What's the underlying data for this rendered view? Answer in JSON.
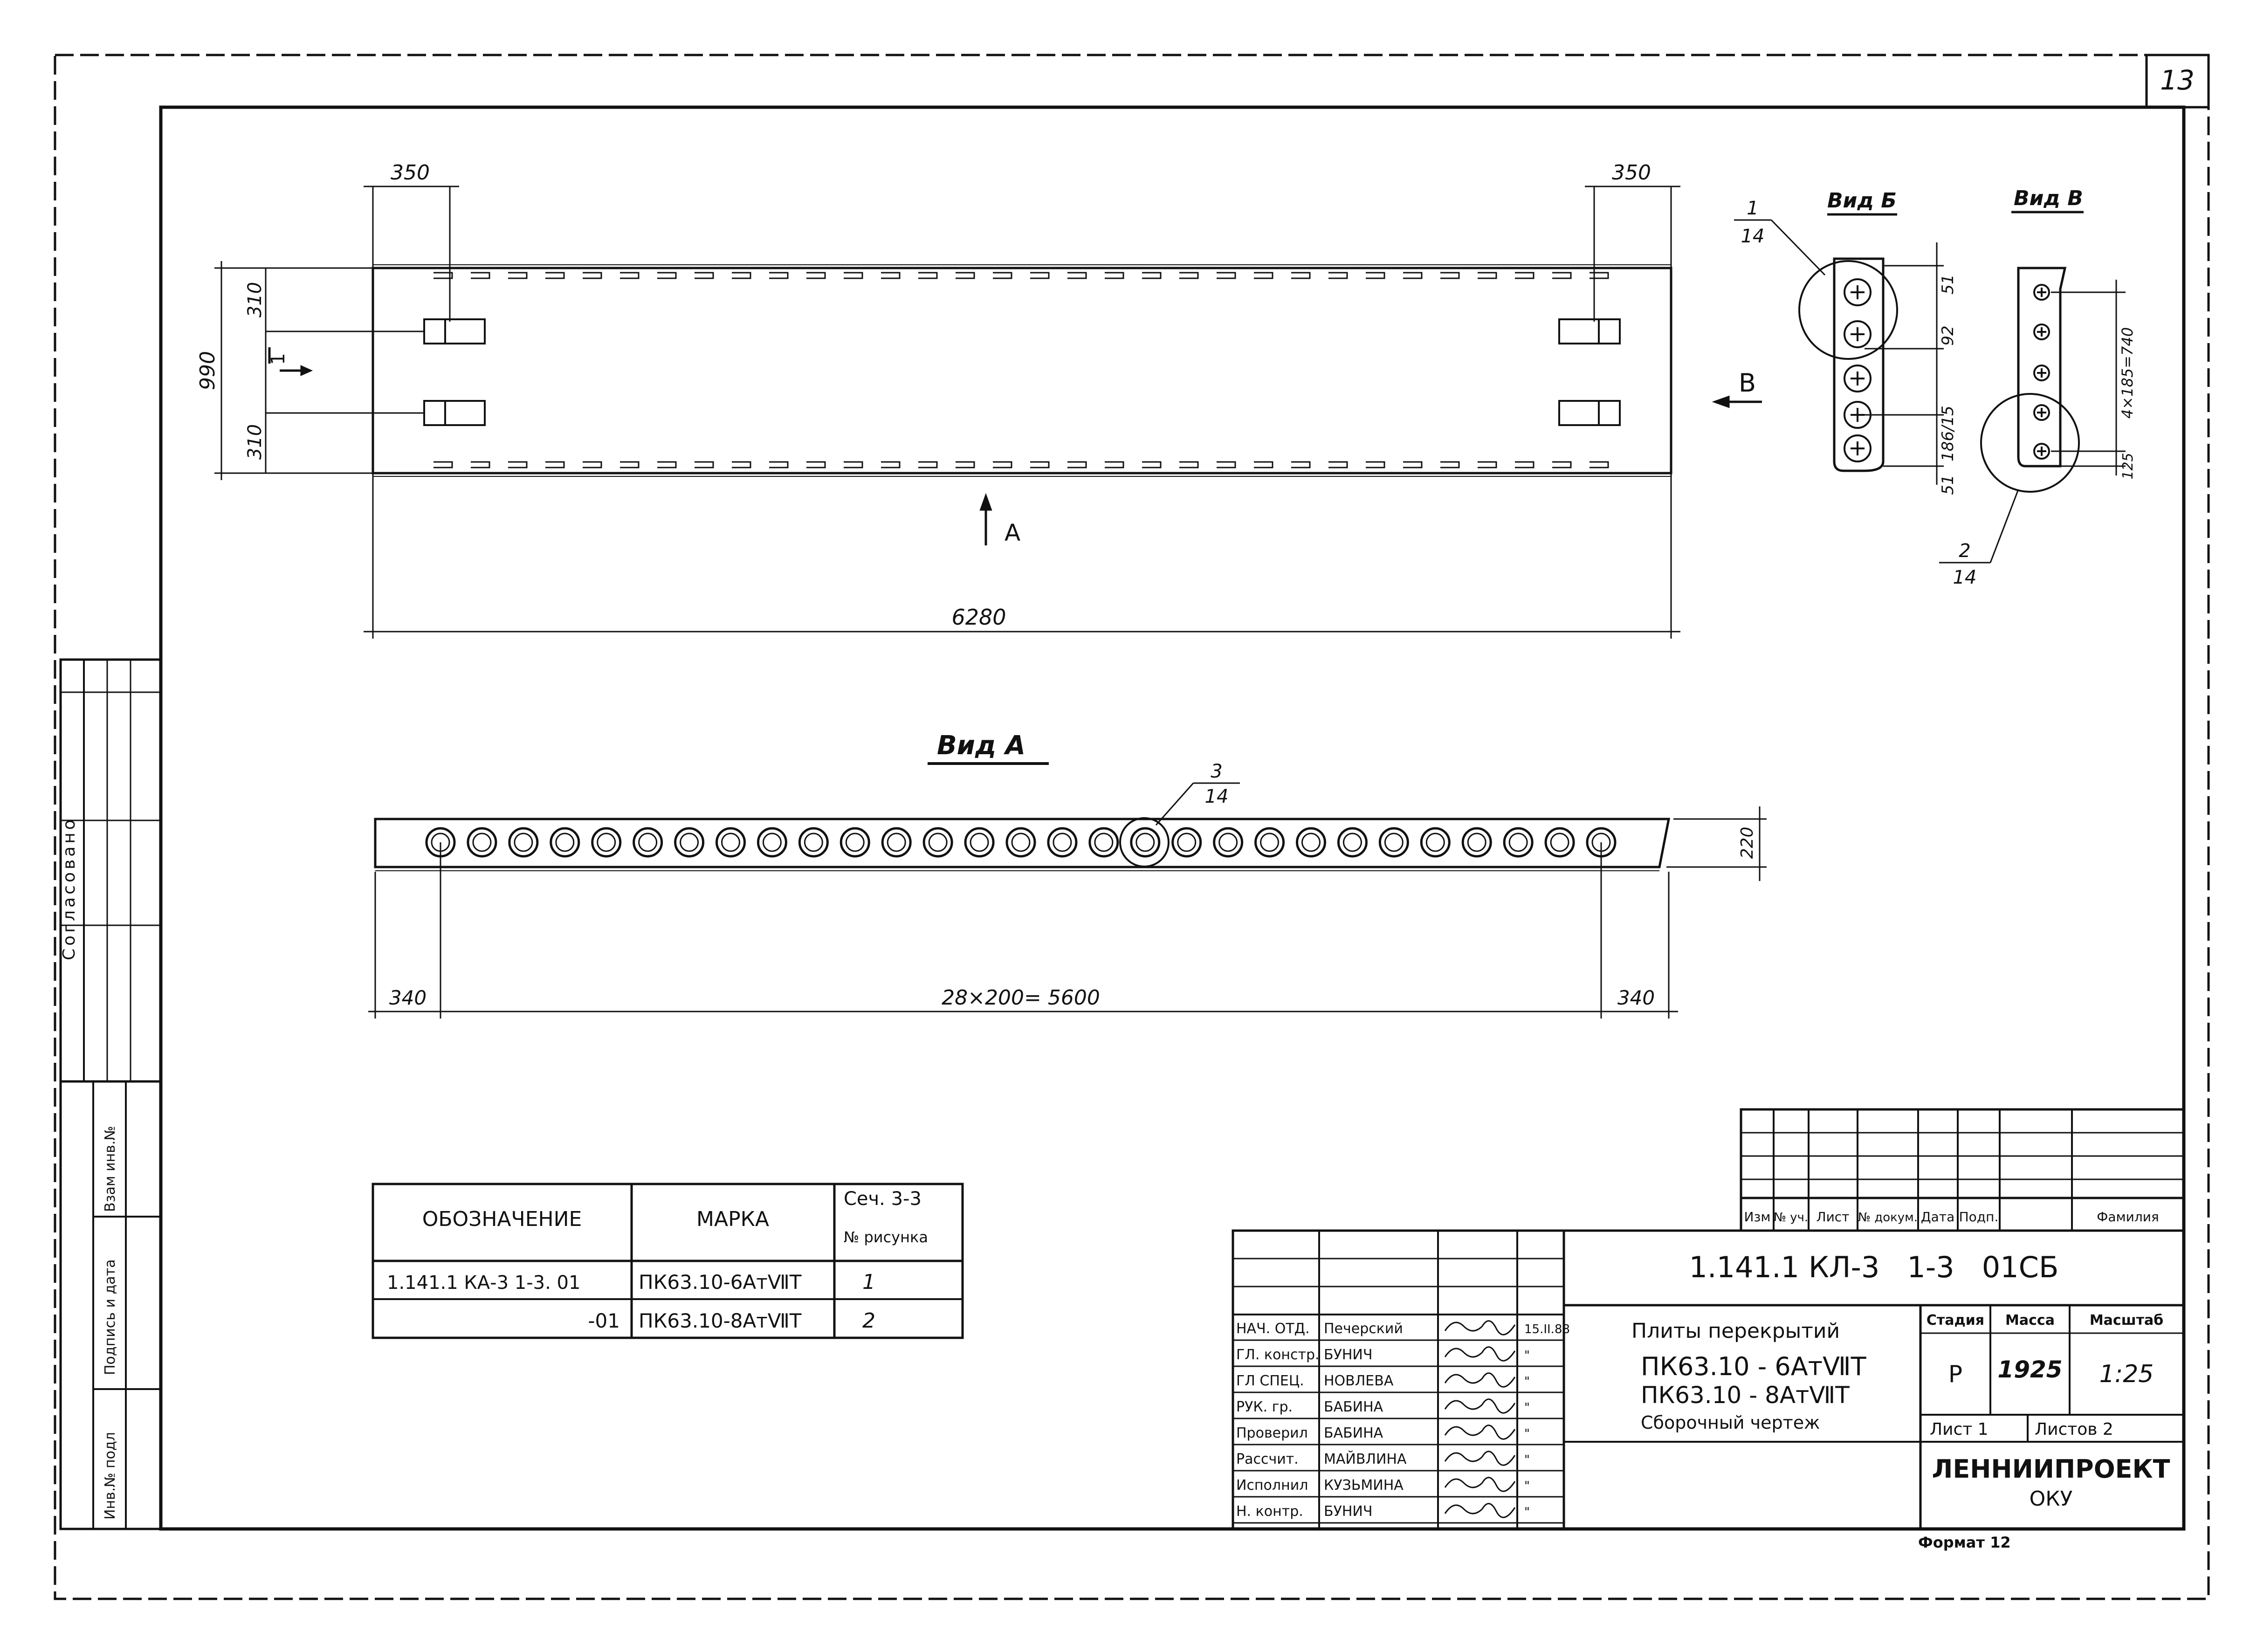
{
  "sheet_number": "13",
  "views": {
    "plan": {
      "dim_top_left": "350",
      "dim_top_right": "350",
      "dim_height": "990",
      "dim_left_upper": "310",
      "dim_left_lower": "310",
      "dim_length": "6280",
      "section_mark": "1",
      "arrow_a_label": "A",
      "arrow_b_label": "B"
    },
    "view_b": {
      "title": "Вид Б",
      "callout_num": "1",
      "callout_den": "14",
      "dims": [
        "51",
        "92",
        "186/15",
        "51"
      ]
    },
    "view_v": {
      "title": "Вид В",
      "callout_num": "2",
      "callout_den": "14",
      "dims": [
        "4×185=740",
        "125"
      ]
    },
    "view_a": {
      "title": "Вид А",
      "callout_num": "3",
      "callout_den": "14",
      "dim_left": "340",
      "dim_middle": "28×200= 5600",
      "dim_right": "340",
      "dim_height": "220"
    }
  },
  "marks_table": {
    "headers": [
      "ОБОЗНАЧЕНИЕ",
      "МАРКА",
      "Сеч. 3-3",
      "№ рисунка"
    ],
    "rows": [
      {
        "designation": "1.141.1 КА-3 1-3. 01",
        "mark": "ПК63.10-6АтⅦТ",
        "figure": "1"
      },
      {
        "designation": "-01",
        "mark": "ПК63.10-8АтⅦТ",
        "figure": "2"
      }
    ]
  },
  "side_stamp": {
    "agreed": "Согласовано",
    "cells": [
      "Взам инв.№",
      "Подпись и дата",
      "Инв.№ подл"
    ]
  },
  "title_block": {
    "revision_headers": [
      "Изм",
      "№ уч.",
      "Лист",
      "№ докум.",
      "Дата",
      "Подп.",
      "Фамилия"
    ],
    "doc_code": "1.141.1 КЛ-3   1-3   01СБ",
    "title_line1": "Плиты перекрытий",
    "title_line2": "ПК63.10 - 6АтⅦТ",
    "title_line3": "ПК63.10 - 8АтⅦТ",
    "title_line4": "Сборочный чертеж",
    "stage_label": "Стадия",
    "mass_label": "Масса",
    "scale_label": "Масштаб",
    "stage": "Р",
    "mass": "1925",
    "scale": "1:25",
    "sheet_label": "Лист 1",
    "sheets_label": "Листов 2",
    "org": "ЛЕННИИПРОЕКТ",
    "dept": "ОКУ",
    "format": "Формат 12",
    "people": [
      {
        "role": "НАЧ. ОТД.",
        "name": "Печерский",
        "date": "15.II.88"
      },
      {
        "role": "ГЛ. констр.",
        "name": "БУНИЧ",
        "date": "\""
      },
      {
        "role": "ГЛ СПЕЦ.",
        "name": "НОВЛЕВА",
        "date": "\""
      },
      {
        "role": "РУК. гр.",
        "name": "БАБИНА",
        "date": "\""
      },
      {
        "role": "Проверил",
        "name": "БАБИНА",
        "date": "\""
      },
      {
        "role": "Рассчит.",
        "name": "МАЙВЛИНА",
        "date": "\""
      },
      {
        "role": "Исполнил",
        "name": "КУЗЬМИНА",
        "date": "\""
      },
      {
        "role": "Н. контр.",
        "name": "БУНИЧ",
        "date": "\""
      }
    ]
  }
}
